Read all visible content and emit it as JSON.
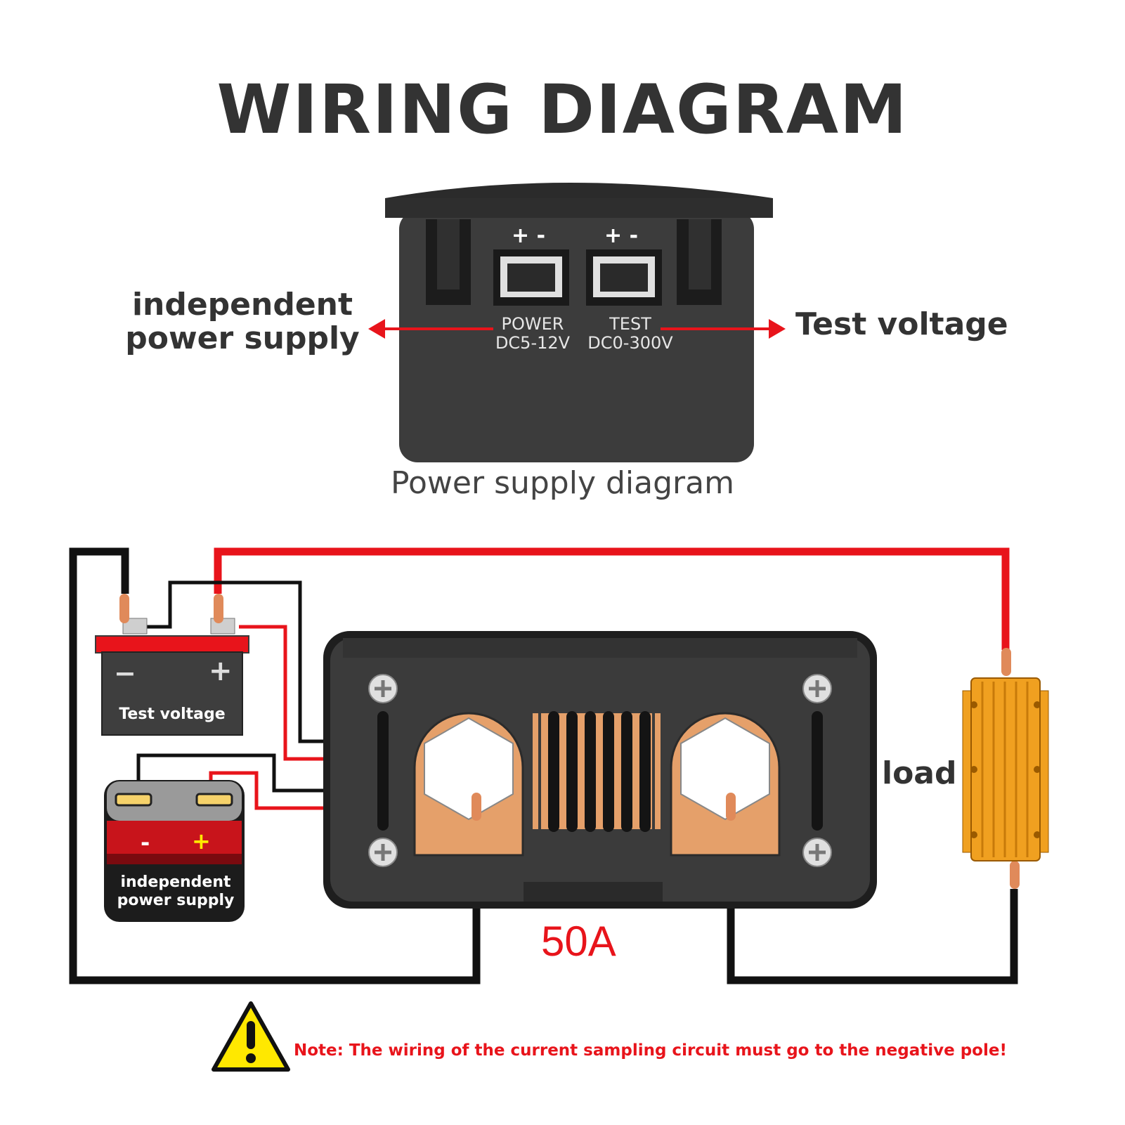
{
  "title": "WIRING DIAGRAM",
  "power_diagram": {
    "left_label": "independent power supply",
    "right_label": "Test voltage",
    "caption": "Power supply diagram",
    "ports": [
      {
        "polarity": "+ -",
        "name": "POWER",
        "range": "DC5-12V"
      },
      {
        "polarity": "+ -",
        "name": "TEST",
        "range": "DC0-300V"
      }
    ]
  },
  "wiring": {
    "battery_test": {
      "label": "Test voltage",
      "minus": "−",
      "plus": "+"
    },
    "battery_power": {
      "label": "independent power supply",
      "minus": "-",
      "plus": "+"
    },
    "load_label": "load",
    "current_rating": "50A"
  },
  "note": "Note: The wiring of the current sampling circuit must go to the negative pole!",
  "colors": {
    "wire_positive": "#e8141b",
    "wire_negative": "#111111",
    "device_body": "#3a3a3a",
    "copper_pad": "#e5a06a",
    "load_gold": "#f0a020",
    "warning_yellow": "#ffe800"
  }
}
